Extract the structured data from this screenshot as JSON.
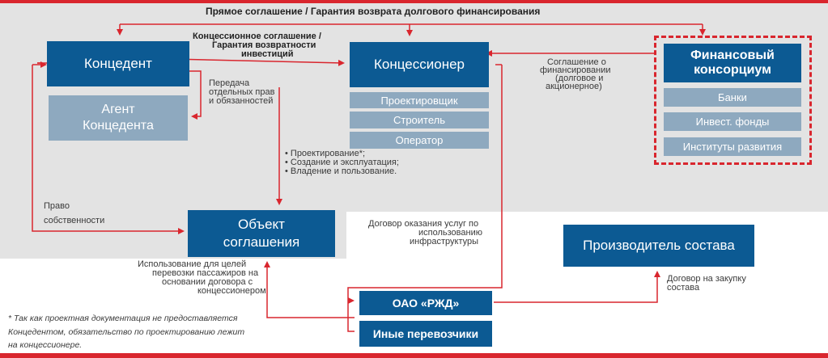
{
  "labels": {
    "top_agreement": "Прямое соглашение / Гарантия возврата долгового финансирования",
    "concession_agreement_1": "Концессионное соглашение /",
    "concession_agreement_2": "Гарантия возвратности",
    "concession_agreement_3": "инвестиций",
    "financing_1": "Соглашение о",
    "financing_2": "финансировании",
    "financing_3": "(долговое и",
    "financing_4": "акционерное)",
    "transfer_1": "Передача",
    "transfer_2": "отдельных прав",
    "transfer_3": "и обязанностей",
    "duty_1": "• Проектирование*;",
    "duty_2": "• Создание и эксплуатация;",
    "duty_3": "• Владение и пользование.",
    "ownership_1": "Право",
    "ownership_2": "собственности",
    "service_1": "Договор оказания услуг по",
    "service_2": "использованию",
    "service_3": "инфраструктуры",
    "usage_1": "Использование для целей",
    "usage_2": "перевозки пассажиров на",
    "usage_3": "основании договора с",
    "usage_4": "концессионером",
    "purchase_1": "Договор на закупку",
    "purchase_2": "состава",
    "footnote_1": "* Так как проектная документация не предоставляется",
    "footnote_2": "Концедентом, обязательство по проектированию лежит",
    "footnote_3": "на концессионере."
  },
  "boxes": {
    "grantor": "Концедент",
    "grantor_agent_1": "Агент",
    "grantor_agent_2": "Концедента",
    "concessionaire": "Концессионер",
    "designer": "Проектировщик",
    "builder": "Строитель",
    "operator": "Оператор",
    "consortium_1": "Финансовый",
    "consortium_2": "консорциум",
    "banks": "Банки",
    "funds": "Инвест. фонды",
    "institutes": "Институты развития",
    "object_1": "Объект",
    "object_2": "соглашения",
    "manufacturer": "Производитель состава",
    "rzd": "ОАО «РЖД»",
    "other_carriers": "Иные перевозчики"
  },
  "colors": {
    "accent_red": "#d9262e",
    "box_dark": "#0c5a93",
    "box_light": "#8ea9bf",
    "background_gray": "#e3e3e3"
  }
}
